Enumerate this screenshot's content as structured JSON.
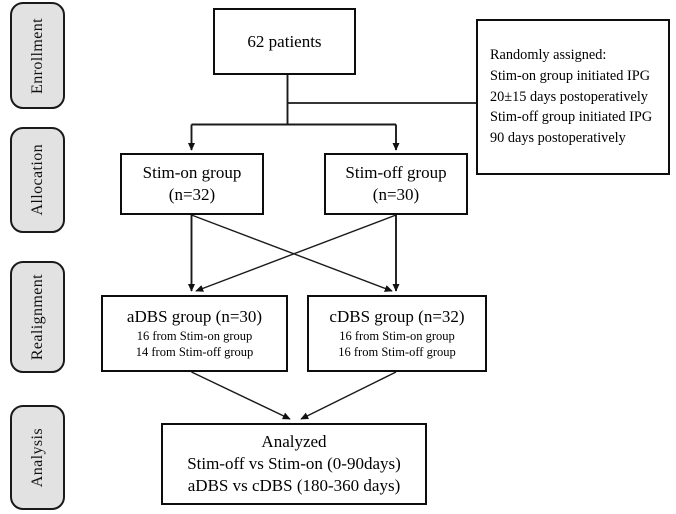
{
  "diagram": {
    "title": "CONSORT participant flow diagram",
    "line_color": "#1a1a1a",
    "box_border_color": "#0d0d0d",
    "stage_pill_fill": "#e2e2e2",
    "background": "#ffffff"
  },
  "stages": [
    {
      "id": "enrollment",
      "label": "Enrollment"
    },
    {
      "id": "allocation",
      "label": "Allocation"
    },
    {
      "id": "realignment",
      "label": "Realignment"
    },
    {
      "id": "analysis",
      "label": "Analysis"
    }
  ],
  "enrollment": {
    "total_box": {
      "text": "62 patients"
    },
    "randomization_note": {
      "lines": [
        "Randomly assigned:",
        "Stim-on group initiated IPG",
        "20±15 days postoperatively",
        "Stim-off group initiated IPG",
        "90 days postoperatively"
      ]
    }
  },
  "allocation": {
    "groups": [
      {
        "id": "stim-on",
        "name": "Stim-on group",
        "n_label": "(n=32)",
        "n": 32
      },
      {
        "id": "stim-off",
        "name": "Stim-off group",
        "n_label": "(n=30)",
        "n": 30
      }
    ]
  },
  "realignment": {
    "groups": [
      {
        "id": "adbs",
        "title": "aDBS group (n=30)",
        "n": 30,
        "source_lines": [
          "16 from Stim-on group",
          "14 from Stim-off group"
        ]
      },
      {
        "id": "cdbs",
        "title": "cDBS group (n=32)",
        "n": 32,
        "source_lines": [
          "16 from Stim-on group",
          "16 from Stim-off group"
        ]
      }
    ]
  },
  "analysis": {
    "box": {
      "heading": "Analyzed",
      "lines": [
        "Stim-off vs Stim-on (0-90days)",
        "aDBS vs cDBS (180-360 days)"
      ]
    }
  }
}
